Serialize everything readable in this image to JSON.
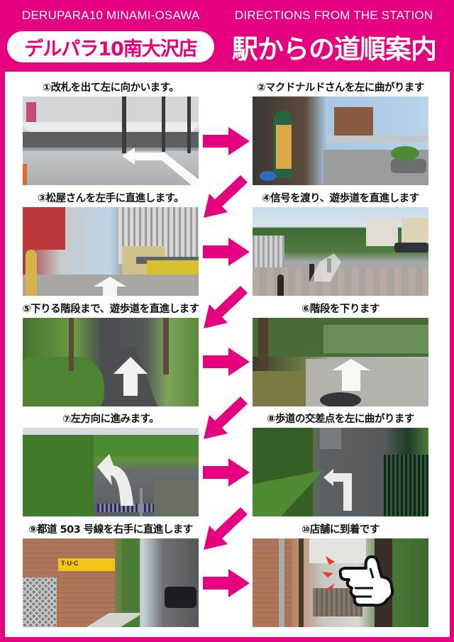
{
  "header": {
    "store_name_en": "DERUPARA10 MINAMI-OSAWA",
    "subtitle_en": "DIRECTIONS FROM THE STATION",
    "store_name_ja": "デルパラ10南大沢店",
    "title_ja": "駅からの道順案内"
  },
  "colors": {
    "brand_pink": "#e4007f",
    "panel_white": "#ffffff",
    "caption_text": "#111111"
  },
  "steps": [
    {
      "number": "①",
      "caption": "①改札を出て左に向かいます。",
      "photo": "station-concourse-photo",
      "guide": "turn-left"
    },
    {
      "number": "②",
      "caption": "②マクドナルドさんを左に曲がります",
      "photo": "mcdonalds-corner-photo",
      "guide": "none"
    },
    {
      "number": "③",
      "caption": "③松屋さんを左手に直進します。",
      "photo": "matsuya-street-photo",
      "guide": "straight"
    },
    {
      "number": "④",
      "caption": "④信号を渡り、遊歩道を直進します",
      "photo": "crossing-walkway-photo",
      "guide": "straight"
    },
    {
      "number": "⑤",
      "caption": "⑤下りる階段まで、遊歩道を直進します",
      "photo": "tree-lined-path-photo",
      "guide": "straight"
    },
    {
      "number": "⑥",
      "caption": "⑥階段を下ります",
      "photo": "stairs-photo",
      "guide": "straight"
    },
    {
      "number": "⑦",
      "caption": "⑦左方向に進みます。",
      "photo": "curving-path-photo",
      "guide": "curve-left"
    },
    {
      "number": "⑧",
      "caption": "⑧歩道の交差点を左に曲がります",
      "photo": "sidewalk-intersection-photo",
      "guide": "turn-left"
    },
    {
      "number": "⑨",
      "caption": "⑨都道 503 号線を右手に直進します",
      "photo": "route-503-photo",
      "guide": "straight",
      "sign_text": "T·U·C"
    },
    {
      "number": "⑩",
      "caption": "⑩店舗に到着です",
      "photo": "store-entrance-photo",
      "guide": "pointing-hand"
    }
  ],
  "flow_arrows": {
    "right": [
      "1→2",
      "3→4",
      "5→6",
      "7→8",
      "9→10"
    ],
    "diagonal": [
      "2→3",
      "4→5",
      "6→7",
      "8→9"
    ]
  }
}
